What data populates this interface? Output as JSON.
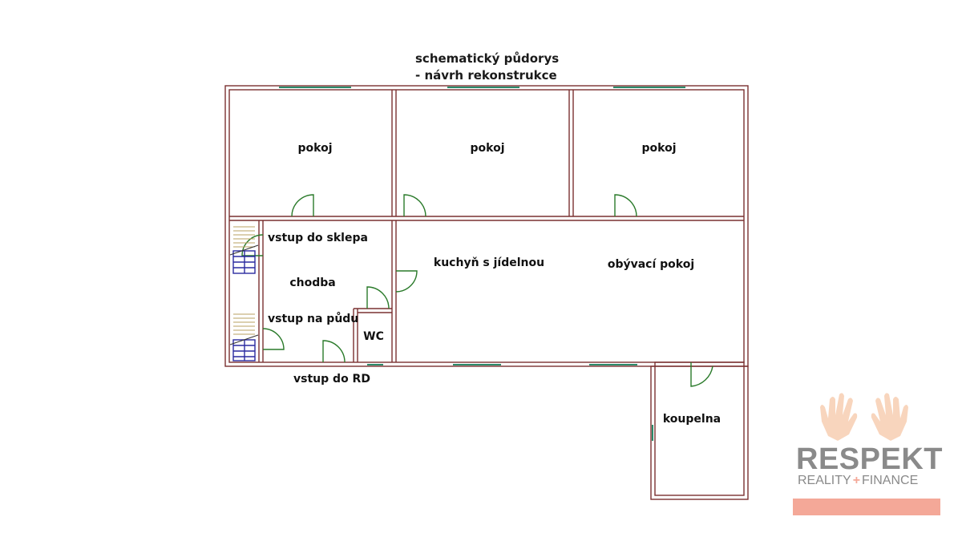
{
  "title": {
    "line1": "schematický půdorys",
    "line2": "- návrh rekonstrukce"
  },
  "rooms": {
    "pokoj_1": "pokoj",
    "pokoj_2": "pokoj",
    "pokoj_3": "pokoj",
    "chodba": "chodba",
    "kuchyn": "kuchyň s jídelnou",
    "obyvaci": "obývací pokoj",
    "wc": "WC",
    "koupelna": "koupelna"
  },
  "annotations": {
    "sklep": "vstup do sklepa",
    "puda": "vstup na půdu",
    "vstup": "vstup do RD"
  },
  "logo": {
    "brand": "RESPEKT",
    "sub_left": "REALITY",
    "sub_right": "FINANCE",
    "separator": "+"
  },
  "colors": {
    "wall": "#7a3030",
    "door": "#2a7a2a",
    "window": "#2a8a6a",
    "stairs": "#2a2aa0",
    "logo_text": "#8a8a8a",
    "logo_bar": "#f4a898",
    "logo_hands": "#f6c8a8"
  }
}
